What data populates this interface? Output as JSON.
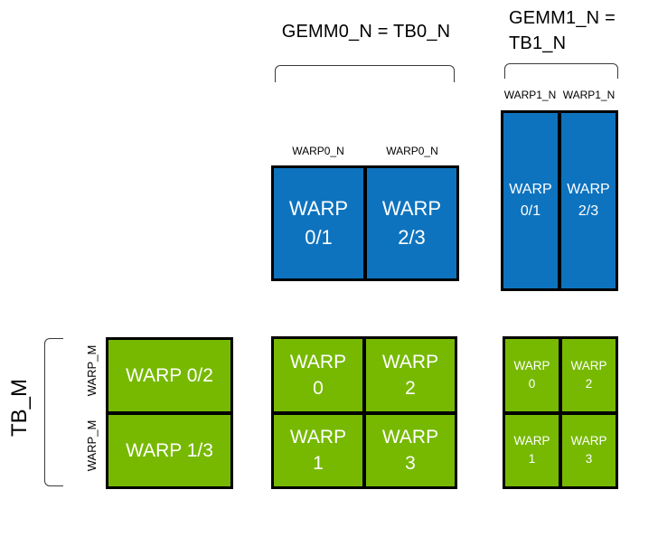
{
  "headers": {
    "gemm0": "GEMM0_N = TB0_N",
    "gemm1_line1": "GEMM1_N =",
    "gemm1_line2": "TB1_N"
  },
  "axis_labels": {
    "tb_m": "TB_M",
    "warp_m_top": "WARP_M",
    "warp_m_bottom": "WARP_M",
    "warp0_n_left": "WARP0_N",
    "warp0_n_right": "WARP0_N",
    "warp1_n_left": "WARP1_N",
    "warp1_n_right": "WARP1_N"
  },
  "colors": {
    "blue_box": "#0E73BE",
    "green_box": "#76B900",
    "box_border": "#000000",
    "bracket_line": "#3a3a3a",
    "box_text": "#FFFFFF",
    "label_text": "#000000",
    "background": "#FFFFFF"
  },
  "blue_wide_grid": {
    "cells": [
      {
        "line1": "WARP",
        "line2": "0/1"
      },
      {
        "line1": "WARP",
        "line2": "2/3"
      }
    ]
  },
  "blue_tall_grid": {
    "cells": [
      {
        "line1": "WARP",
        "line2": "0/1"
      },
      {
        "line1": "WARP",
        "line2": "2/3"
      }
    ]
  },
  "green_left_grid": {
    "cells": [
      {
        "label": "WARP 0/2"
      },
      {
        "label": "WARP 1/3"
      }
    ]
  },
  "green_mid_grid": {
    "cells": [
      {
        "line1": "WARP",
        "line2": "0"
      },
      {
        "line1": "WARP",
        "line2": "2"
      },
      {
        "line1": "WARP",
        "line2": "1"
      },
      {
        "line1": "WARP",
        "line2": "3"
      }
    ]
  },
  "green_right_grid": {
    "cells": [
      {
        "line1": "WARP",
        "line2": "0"
      },
      {
        "line1": "WARP",
        "line2": "2"
      },
      {
        "line1": "WARP",
        "line2": "1"
      },
      {
        "line1": "WARP",
        "line2": "3"
      }
    ]
  }
}
